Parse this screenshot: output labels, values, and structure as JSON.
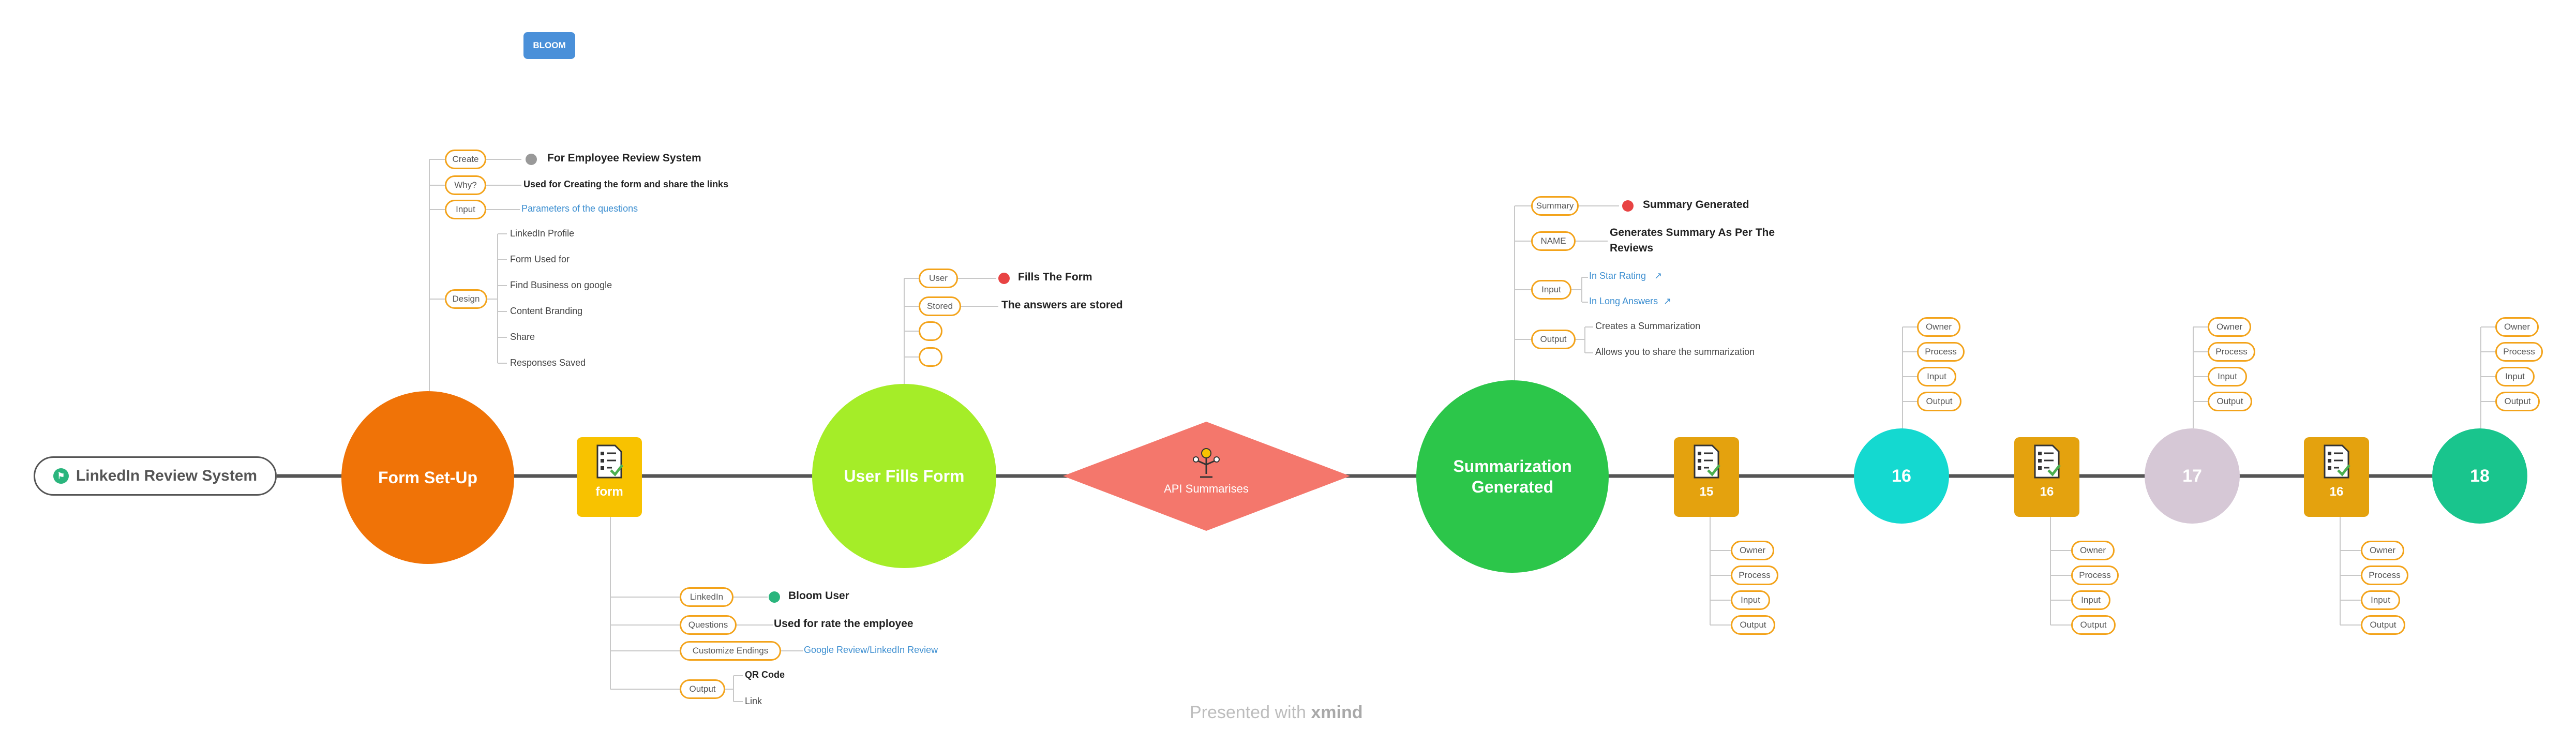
{
  "badge": "BLOOM",
  "root": "LinkedIn Review System",
  "nodes": {
    "form_setup": "Form Set-Up",
    "form_task": "form",
    "user_fills": "User Fills Form",
    "api": "API Summarises",
    "summ_line1": "Summarization",
    "summ_line2": "Generated",
    "task15": "15",
    "circle16": "16",
    "task16a": "16",
    "circle17": "17",
    "task16b": "16",
    "circle18": "18"
  },
  "form_setup_branch": {
    "create": "Create",
    "create_text": "For Employee Review System",
    "why": "Why?",
    "why_text": "Used for Creating the form and share the links",
    "input": "Input",
    "input_text": "Parameters of the questions",
    "design": "Design",
    "design_items": [
      "LinkedIn Profile",
      "Form Used for",
      "Find Business on google",
      "Content Branding",
      "Share",
      "Responses Saved"
    ]
  },
  "form_branch": {
    "linkedin": "LinkedIn",
    "linkedin_text": "Bloom User",
    "questions": "Questions",
    "questions_text": "Used for rate the employee",
    "custom": "Customize Endings",
    "custom_text": "Google Review/LinkedIn Review",
    "output": "Output",
    "output_items": [
      "QR Code",
      "Link"
    ]
  },
  "user_branch": {
    "user": "User",
    "user_text": "Fills The Form",
    "stored": "Stored",
    "stored_text": "The answers are stored"
  },
  "summ_branch": {
    "summary": "Summary",
    "summary_text": "Summary Generated",
    "name": "NAME",
    "name_text_1": "Generates Summary As Per The",
    "name_text_2": "Reviews",
    "input": "Input",
    "input_items": [
      "In Star Rating",
      "In Long Answers"
    ],
    "output": "Output",
    "output_items": [
      "Creates a Summarization",
      "Allows you to share the summarization"
    ]
  },
  "sub_labels": [
    "Owner",
    "Process",
    "Input",
    "Output"
  ],
  "watermark_prefix": "Presented with",
  "watermark_brand": "xmind",
  "colors": {
    "orange": "#f07307",
    "yellow": "#f8c200",
    "lime": "#a5ed28",
    "salmon": "#f4776c",
    "green": "#2cc64a",
    "amber": "#e4a20e",
    "cyan": "#14d9d0",
    "lilac": "#d6c8d6",
    "teal": "#19c58d",
    "pill_border": "#f3a31a"
  }
}
